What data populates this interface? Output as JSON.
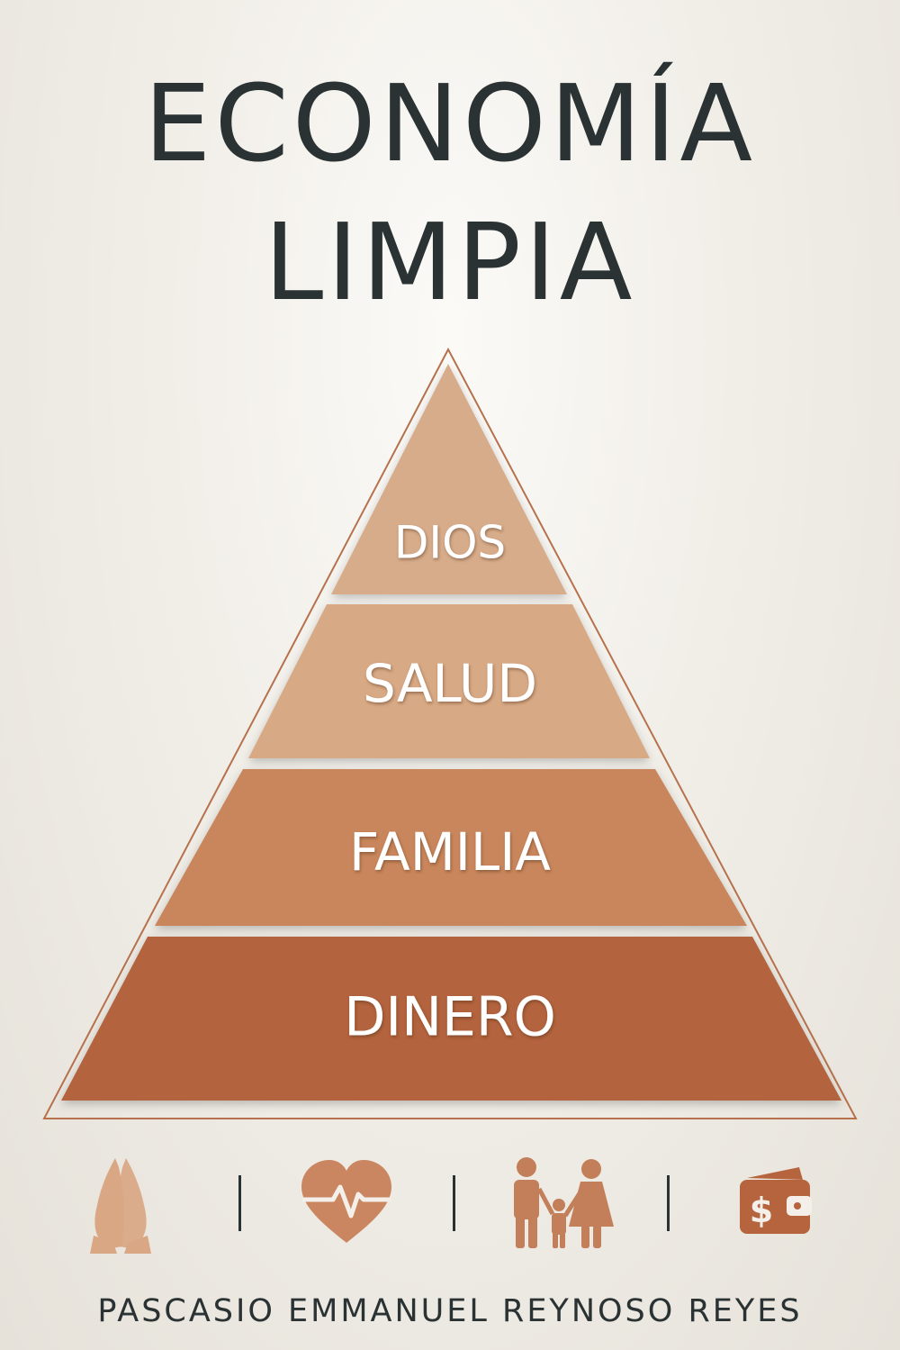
{
  "title": {
    "line1": "ECONOMÍA",
    "line2": "LIMPIA"
  },
  "pyramid": {
    "layers": [
      {
        "label": "DIOS",
        "color": "#d7ac8b"
      },
      {
        "label": "SALUD",
        "color": "#d8a985"
      },
      {
        "label": "FAMILIA",
        "color": "#c9865c"
      },
      {
        "label": "DINERO",
        "color": "#b3643d"
      }
    ],
    "outline_color": "#b7714c"
  },
  "icons": [
    {
      "name": "praying-hands-icon",
      "color": "#d9a784"
    },
    {
      "name": "heart-pulse-icon",
      "color": "#c98660"
    },
    {
      "name": "family-icon",
      "color": "#c27f59"
    },
    {
      "name": "wallet-dollar-icon",
      "color": "#b5643d"
    }
  ],
  "author": "PASCASIO EMMANUEL REYNOSO REYES",
  "colors": {
    "title_text": "#2a3233",
    "background": "#f1eee8"
  }
}
